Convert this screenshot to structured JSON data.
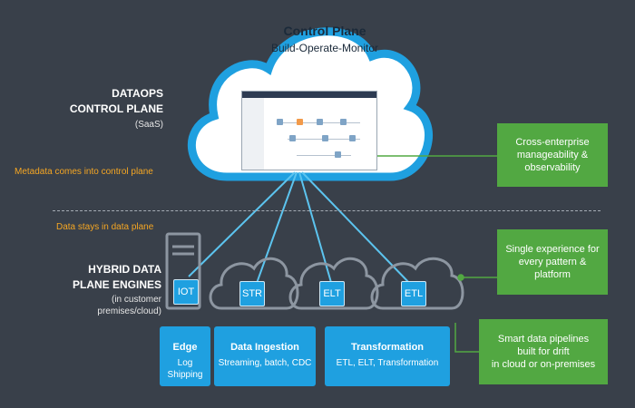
{
  "control_plane": {
    "title": "Control Plane",
    "subtitle": "Build-Operate-Monitor"
  },
  "left_labels": {
    "dataops_line1": "DATAOPS",
    "dataops_line2": "CONTROL PLANE",
    "saas": "(SaaS)",
    "metadata_note": "Metadata comes into control plane",
    "data_stays_note": "Data stays in data plane",
    "hybrid_line1": "HYBRID DATA",
    "hybrid_line2": "PLANE ENGINES",
    "premises_line1": "(in customer",
    "premises_line2": "premises/cloud)"
  },
  "engines": [
    {
      "label": "IOT"
    },
    {
      "label": "STR"
    },
    {
      "label": "ELT"
    },
    {
      "label": "ETL"
    }
  ],
  "categories": [
    {
      "title": "Edge",
      "sub": "Log Shipping"
    },
    {
      "title": "Data Ingestion",
      "sub": "Streaming, batch, CDC"
    },
    {
      "title": "Transformation",
      "sub": "ETL, ELT, Transformation"
    }
  ],
  "callouts": [
    {
      "line1": "Cross-enterprise",
      "line2": "manageability &",
      "line3": "observability"
    },
    {
      "line1": "Single experience for",
      "line2": "every pattern &",
      "line3": "platform"
    },
    {
      "line1": "Smart data pipelines",
      "line2": "built for drift",
      "line3": "in cloud or on-premises"
    }
  ],
  "colors": {
    "background": "#39404a",
    "cloud_outline": "#1fa0e0",
    "engine_blue": "#1fa0e0",
    "callout_green": "#52a842",
    "note_orange": "#f5a623"
  }
}
